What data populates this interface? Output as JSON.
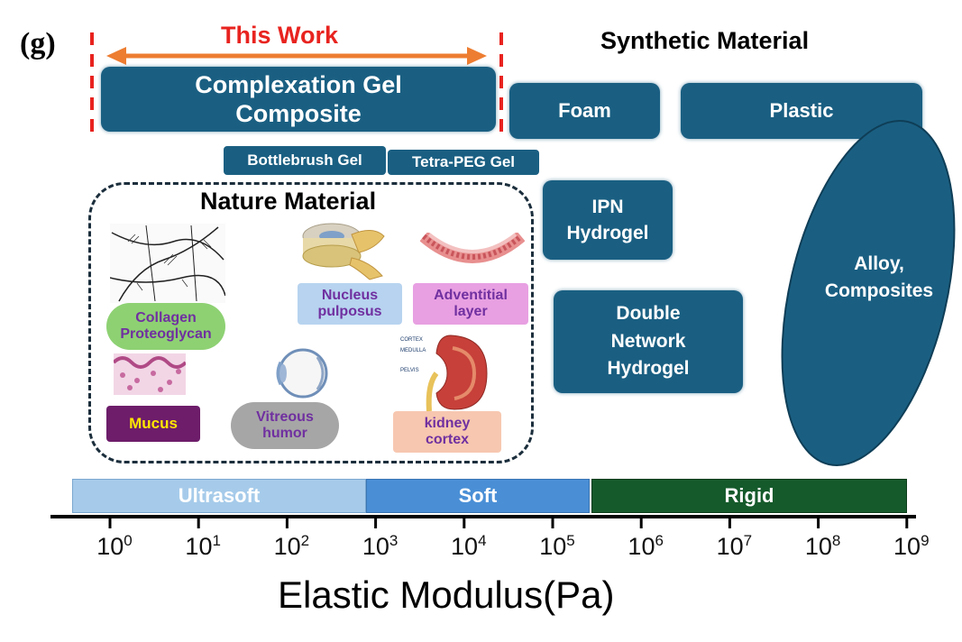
{
  "panel_label": "(g)",
  "this_work": {
    "title": "This Work",
    "box": "Complexation Gel Composite"
  },
  "synthetic_title": "Synthetic Material",
  "synthetic": {
    "foam": "Foam",
    "plastic": "Plastic",
    "bottlebrush": "Bottlebrush Gel",
    "tetrapeg": "Tetra-PEG Gel",
    "ipn": "IPN Hydrogel",
    "double_network": "Double Network Hydrogel",
    "alloy": "Alloy, Composites"
  },
  "nature": {
    "title": "Nature Material",
    "collagen": "Collagen Proteoglycan",
    "nucleus": "Nucleus pulposus",
    "adventitial": "Adventitial layer",
    "mucus": "Mucus",
    "vitreous": "Vitreous humor",
    "kidney": "kidney cortex",
    "kidney_labels": {
      "cortex": "CORTEX",
      "medulla": "MEDULLA",
      "pelvis": "PELVIS"
    }
  },
  "bands": {
    "ultrasoft": "Ultrasoft",
    "soft": "Soft",
    "rigid": "Rigid"
  },
  "axis": {
    "title": "Elastic Modulus(Pa)",
    "ticks": [
      {
        "base": "10",
        "exp": "0"
      },
      {
        "base": "10",
        "exp": "1"
      },
      {
        "base": "10",
        "exp": "2"
      },
      {
        "base": "10",
        "exp": "3"
      },
      {
        "base": "10",
        "exp": "4"
      },
      {
        "base": "10",
        "exp": "5"
      },
      {
        "base": "10",
        "exp": "6"
      },
      {
        "base": "10",
        "exp": "7"
      },
      {
        "base": "10",
        "exp": "8"
      },
      {
        "base": "10",
        "exp": "9"
      }
    ]
  },
  "colors": {
    "teal": "#1a5f82",
    "red": "#e8231f",
    "orange": "#ed7d31",
    "ultrasoft": "#a6cbea",
    "soft": "#4a8fd6",
    "rigid": "#155a2b",
    "purple": "#7030a0"
  }
}
